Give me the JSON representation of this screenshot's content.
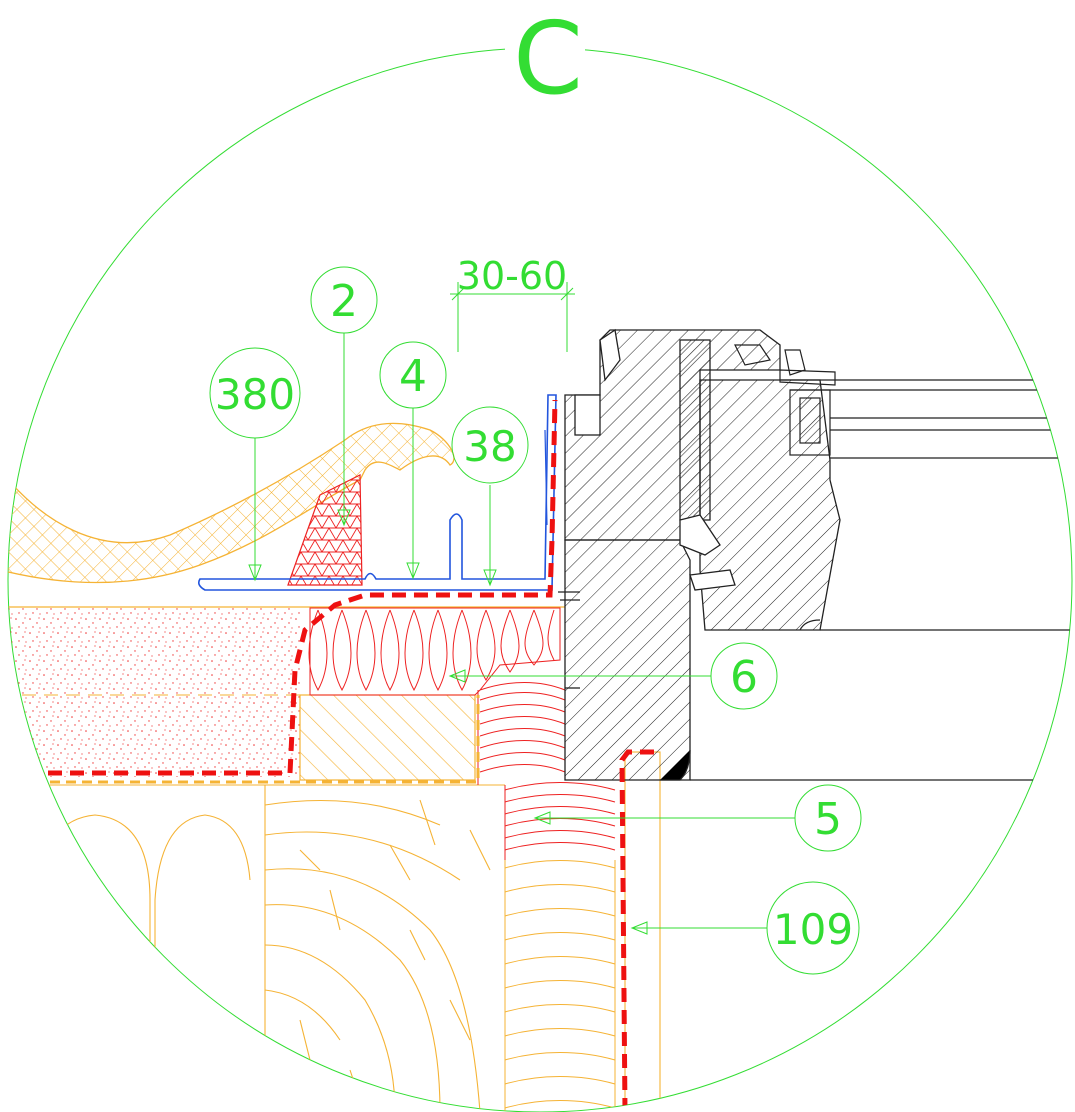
{
  "detail": {
    "letter": "C"
  },
  "dimension": {
    "text": "30-60"
  },
  "callouts": [
    {
      "id": "380",
      "text": "380"
    },
    {
      "id": "2",
      "text": "2"
    },
    {
      "id": "4",
      "text": "4"
    },
    {
      "id": "38",
      "text": "38"
    },
    {
      "id": "6",
      "text": "6"
    },
    {
      "id": "5",
      "text": "5"
    },
    {
      "id": "109",
      "text": "109"
    }
  ],
  "colors": {
    "annotation": "#33dd33",
    "timber": "#f5b335",
    "insulation": "#ee2222",
    "membrane": "#ee1111",
    "flashing": "#2255dd",
    "frame": "#222222"
  }
}
